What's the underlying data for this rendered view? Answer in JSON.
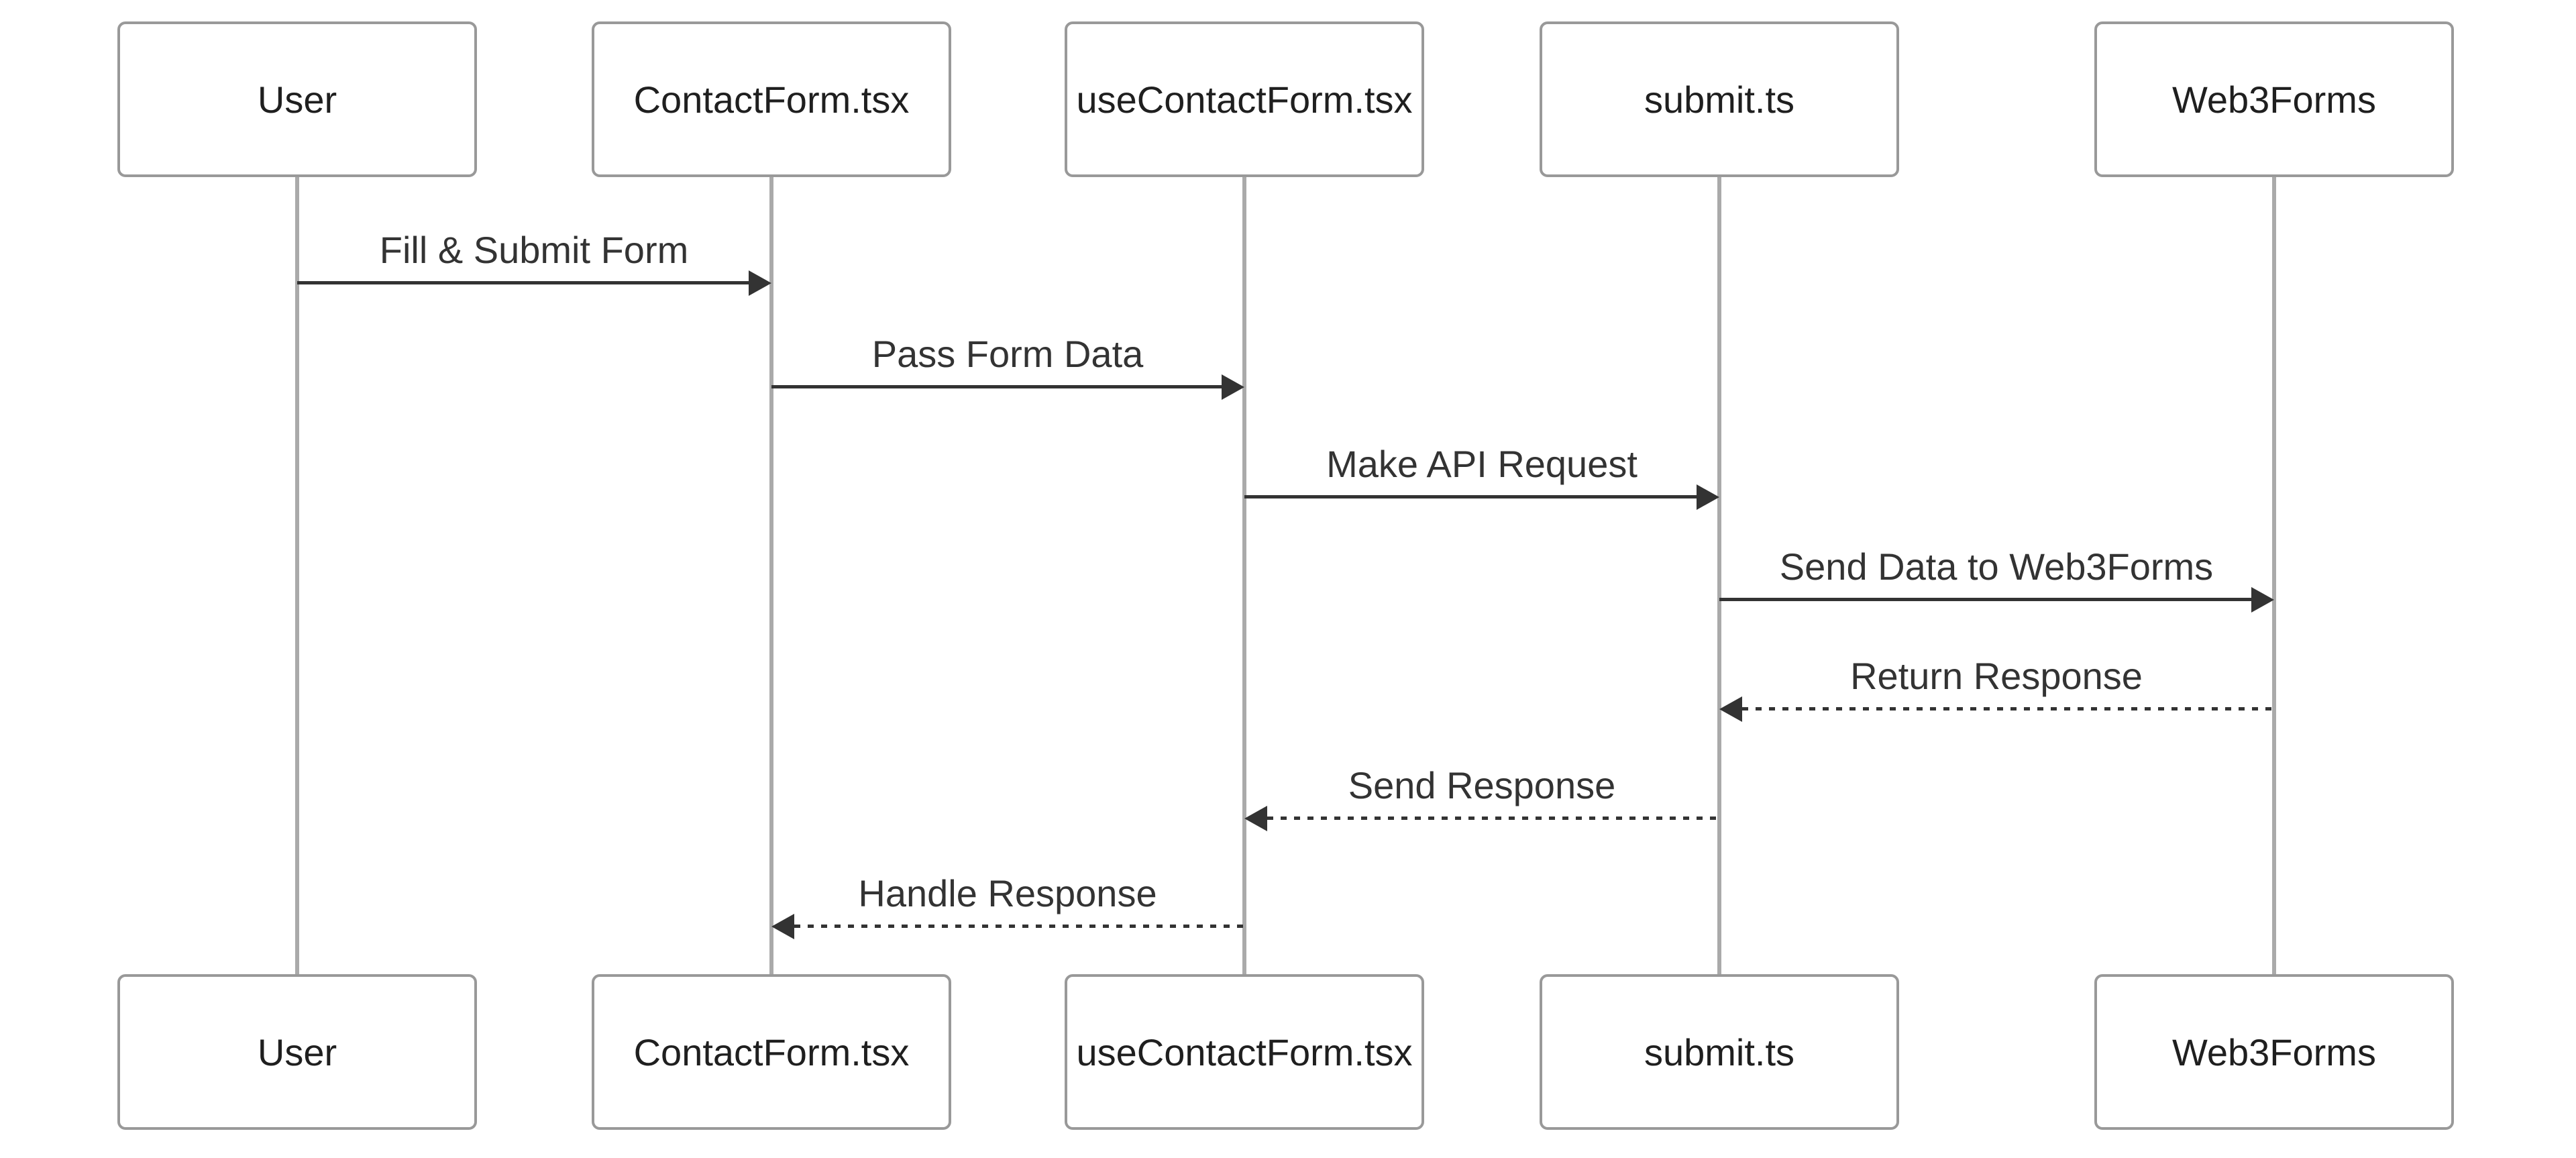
{
  "diagram_type": "sequence",
  "participants": [
    {
      "id": "user",
      "label": "User"
    },
    {
      "id": "contact-form",
      "label": "ContactForm.tsx"
    },
    {
      "id": "use-contact-form",
      "label": "useContactForm.tsx"
    },
    {
      "id": "submit",
      "label": "submit.ts"
    },
    {
      "id": "web3forms",
      "label": "Web3Forms"
    }
  ],
  "messages": [
    {
      "label": "Fill & Submit Form",
      "from": "User",
      "to": "ContactForm.tsx",
      "line": "solid",
      "direction": "right"
    },
    {
      "label": "Pass Form Data",
      "from": "ContactForm.tsx",
      "to": "useContactForm.tsx",
      "line": "solid",
      "direction": "right"
    },
    {
      "label": "Make API Request",
      "from": "useContactForm.tsx",
      "to": "submit.ts",
      "line": "solid",
      "direction": "right"
    },
    {
      "label": "Send Data to Web3Forms",
      "from": "submit.ts",
      "to": "Web3Forms",
      "line": "solid",
      "direction": "right"
    },
    {
      "label": "Return Response",
      "from": "Web3Forms",
      "to": "submit.ts",
      "line": "dashed",
      "direction": "left"
    },
    {
      "label": "Send Response",
      "from": "submit.ts",
      "to": "useContactForm.tsx",
      "line": "dashed",
      "direction": "left"
    },
    {
      "label": "Handle Response",
      "from": "useContactForm.tsx",
      "to": "ContactForm.tsx",
      "line": "dashed",
      "direction": "left"
    }
  ],
  "colors": {
    "background": "#ffffff",
    "actor_fill": "#ffffff",
    "actor_border": "#999999",
    "actor_text": "#1f1f1f",
    "message_line": "#333333",
    "message_text": "#333333",
    "lifeline": "#aaaaaa"
  }
}
